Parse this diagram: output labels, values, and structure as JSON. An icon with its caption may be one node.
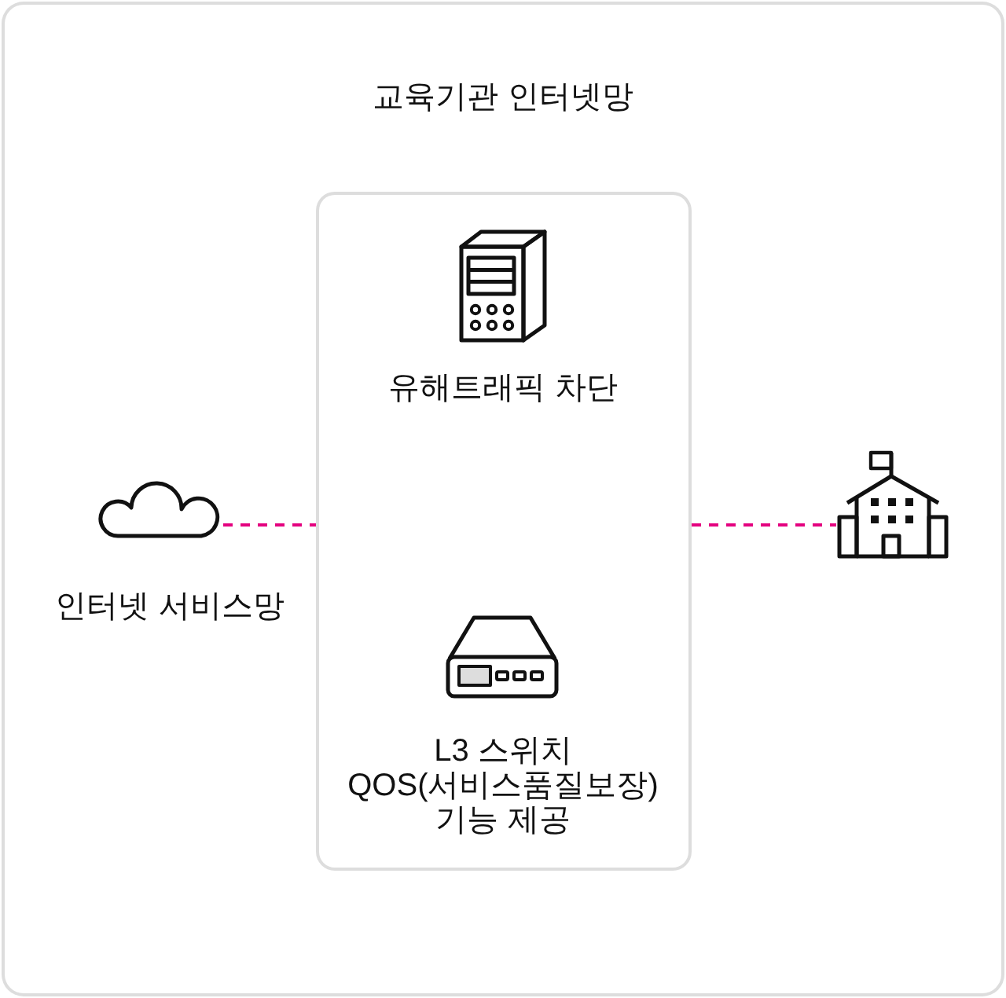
{
  "diagram": {
    "nodes": [
      {
        "text": [
          "교육기관 인터넷망"
        ]
      },
      {
        "text": [],
        "shape": "box",
        "in": 0
      },
      {
        "text": [
          "유해트래픽 차단"
        ],
        "in": 1
      },
      {
        "text": [
          "L3 스위치 QOS(서비스품질보장) 기능 제공"
        ],
        "in": 1
      },
      {
        "text": [],
        "shape": "cloud",
        "in": 0,
        "beside": [
          "인터넷 서비스망"
        ]
      },
      {
        "text": [],
        "shape": "picture",
        "in": 0
      }
    ],
    "edges": [
      {
        "from": 4,
        "to": 1,
        "arrow": "none",
        "style": "dashed",
        "color": "#e4007f"
      },
      {
        "from": 1,
        "to": 5,
        "arrow": "none",
        "style": "dashed",
        "color": "#e4007f"
      }
    ]
  }
}
